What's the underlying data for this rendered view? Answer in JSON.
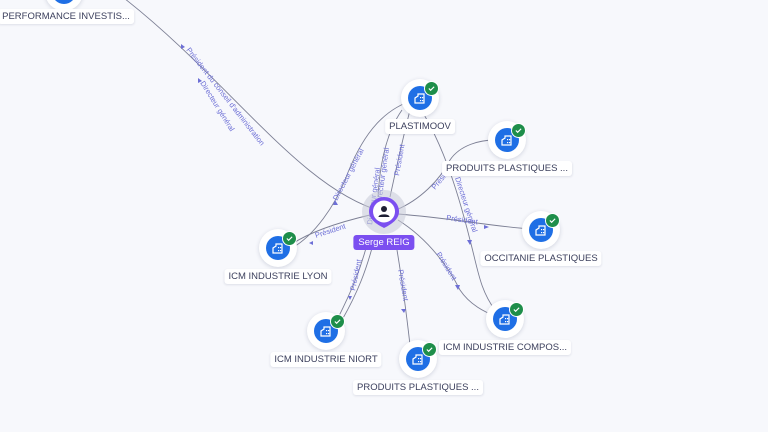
{
  "center": {
    "name": "Serge REIG",
    "icon": "person-icon",
    "color": "#7b4ff0"
  },
  "nodes": [
    {
      "id": "perf",
      "label": "PERFORMANCE INVESTIS...",
      "icon": "building-icon",
      "verified": true
    },
    {
      "id": "plastimoov",
      "label": "PLASTIMOOV",
      "icon": "building-icon",
      "verified": true
    },
    {
      "id": "pp1",
      "label": "PRODUITS PLASTIQUES ...",
      "icon": "building-icon",
      "verified": true
    },
    {
      "id": "occitanie",
      "label": "OCCITANIE PLASTIQUES",
      "icon": "building-icon",
      "verified": true
    },
    {
      "id": "lyon",
      "label": "ICM INDUSTRIE LYON",
      "icon": "building-icon",
      "verified": true
    },
    {
      "id": "niort",
      "label": "ICM INDUSTRIE NIORT",
      "icon": "building-icon",
      "verified": true
    },
    {
      "id": "pp2",
      "label": "PRODUITS PLASTIQUES ...",
      "icon": "building-icon",
      "verified": true
    },
    {
      "id": "compos",
      "label": "ICM INDUSTRIE COMPOS...",
      "icon": "building-icon",
      "verified": true
    }
  ],
  "edges": [
    {
      "target": "perf",
      "label": "Président du conseil d'administration"
    },
    {
      "target": "perf",
      "label": "Directeur général"
    },
    {
      "target": "plastimoov",
      "label": "Président"
    },
    {
      "target": "plastimoov",
      "label": "Directeur général"
    },
    {
      "target": "pp1",
      "label": "Président"
    },
    {
      "target": "pp1",
      "label": "Directeur général"
    },
    {
      "target": "occitanie",
      "label": "Président"
    },
    {
      "target": "lyon",
      "label": "Président"
    },
    {
      "target": "lyon",
      "label": "Directeur général"
    },
    {
      "target": "niort",
      "label": "Président"
    },
    {
      "target": "niort",
      "label": "Directeur général"
    },
    {
      "target": "pp2",
      "label": "Président"
    },
    {
      "target": "compos",
      "label": "Président"
    }
  ]
}
